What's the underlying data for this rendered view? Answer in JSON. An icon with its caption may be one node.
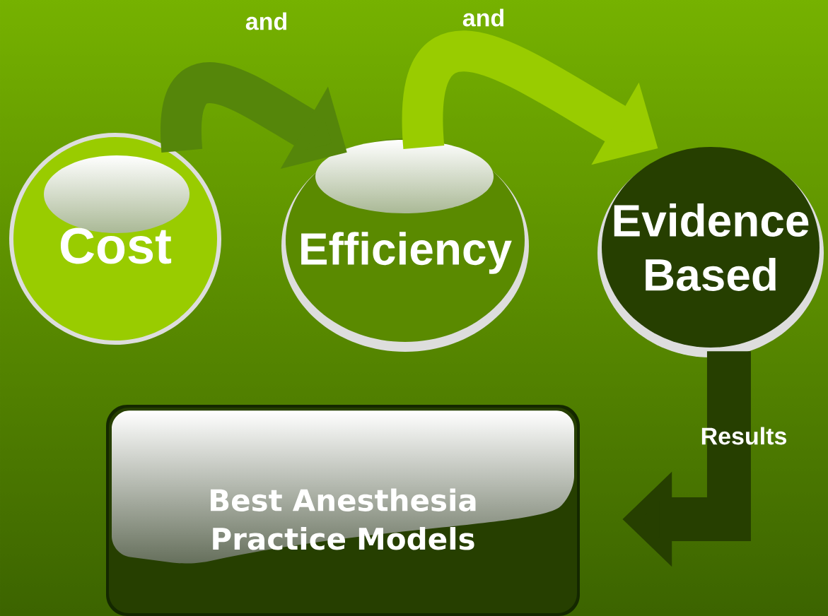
{
  "diagram": {
    "nodes": [
      {
        "text": [
          "Cost"
        ]
      },
      {
        "text": [
          "Efficiency"
        ]
      },
      {
        "text": [
          "Evidence Based"
        ]
      },
      {
        "text": [
          "Best Anesthesia Practice Models"
        ]
      }
    ],
    "edges": [
      {
        "from": 0,
        "to": 1,
        "arrow": "to",
        "label": "and",
        "color": "#55860a"
      },
      {
        "from": 1,
        "to": 2,
        "arrow": "to",
        "label": "and",
        "color": "#99cc00"
      },
      {
        "from": 2,
        "to": 3,
        "arrow": "to",
        "label": "Results",
        "color": "#263f00"
      }
    ]
  }
}
